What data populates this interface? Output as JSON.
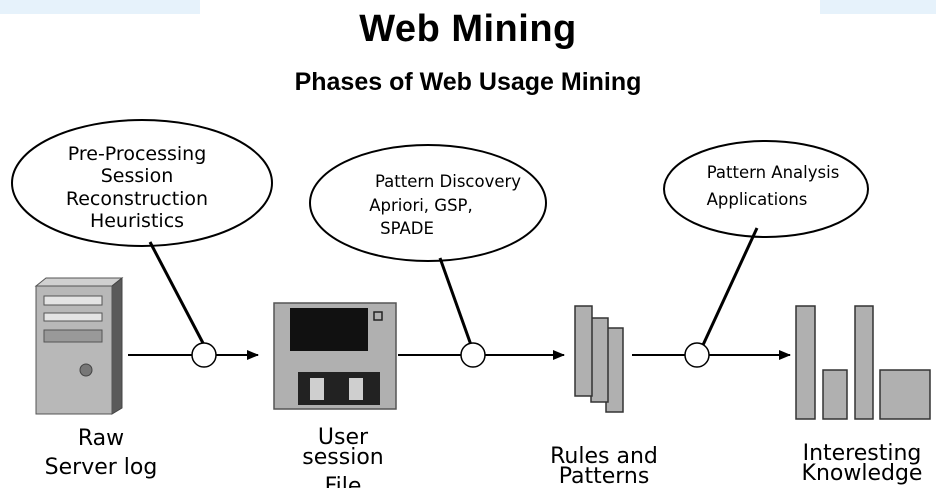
{
  "title": "Web Mining",
  "subtitle": "Phases of Web Usage Mining",
  "phases": [
    {
      "lines": [
        "Pre-Processing",
        "Session",
        "Reconstruction",
        "Heuristics"
      ]
    },
    {
      "lines": [
        "Pattern Discovery",
        "Apriori, GSP,",
        "SPADE"
      ]
    },
    {
      "lines": [
        "Pattern Analysis",
        "Applications"
      ]
    }
  ],
  "stages": [
    {
      "lines": [
        "Raw",
        "Server log"
      ]
    },
    {
      "lines": [
        "User",
        "session",
        "File"
      ]
    },
    {
      "lines": [
        "Rules and",
        "Patterns"
      ]
    },
    {
      "lines": [
        "Interesting",
        "Knowledge"
      ]
    }
  ]
}
